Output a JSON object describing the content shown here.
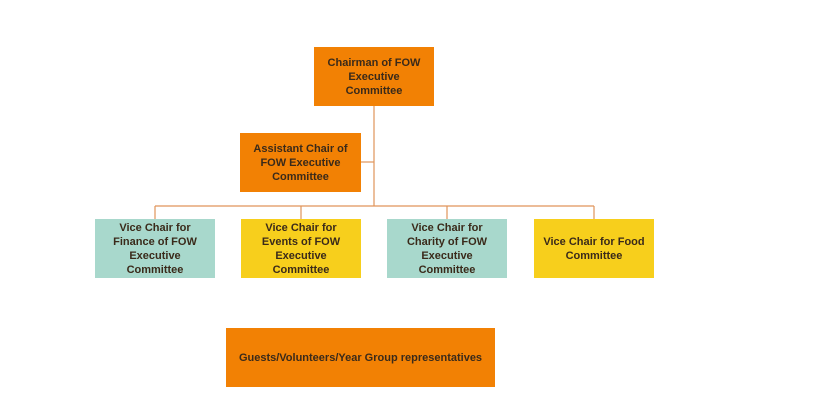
{
  "diagram": {
    "colors": {
      "orange": "#f28104",
      "teal": "#a8d8cc",
      "yellow": "#f7cf1c",
      "connector": "#e0945a"
    },
    "nodes": {
      "chairman": "Chairman of FOW Executive Committee",
      "assistant_chair": "Assistant Chair of FOW Executive Committee",
      "vice_finance": "Vice Chair for Finance of FOW Executive Committee",
      "vice_events": "Vice Chair for Events of FOW Executive Committee",
      "vice_charity": "Vice Chair for Charity of FOW Executive Committee",
      "vice_food": "Vice Chair for Food Committee",
      "guests": "Guests/Volunteers/Year Group representatives"
    }
  }
}
